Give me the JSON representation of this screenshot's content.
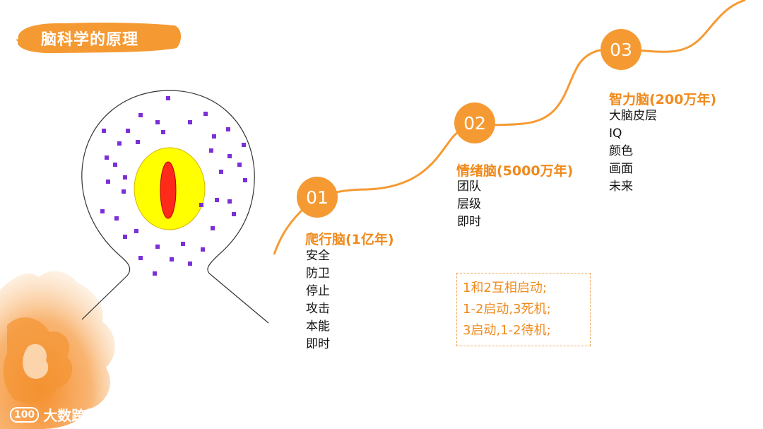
{
  "title": "脑科学的原理",
  "stages": [
    {
      "number": "01",
      "title": "爬行脑(1亿年)",
      "items": [
        "安全",
        "防卫",
        "停止",
        "攻击",
        "本能",
        "即时"
      ]
    },
    {
      "number": "02",
      "title": "情绪脑(5000万年)",
      "items": [
        "团队",
        "层级",
        "即时"
      ]
    },
    {
      "number": "03",
      "title": "智力脑(200万年)",
      "items": [
        "大脑皮层",
        "IQ",
        "颜色",
        "画面",
        "未来"
      ]
    }
  ],
  "notes": [
    "1和2互相启动;",
    "1-2启动,3死机;",
    "3启动,1-2待机;"
  ],
  "watermark": {
    "logo": "100",
    "text": "大数跨境"
  },
  "colors": {
    "accent": "#f59a33",
    "accent_text": "#f08a1c",
    "brain_outer": "#ffff00",
    "brain_inner": "#ff2a1a",
    "dots": "#7b2fd6"
  }
}
